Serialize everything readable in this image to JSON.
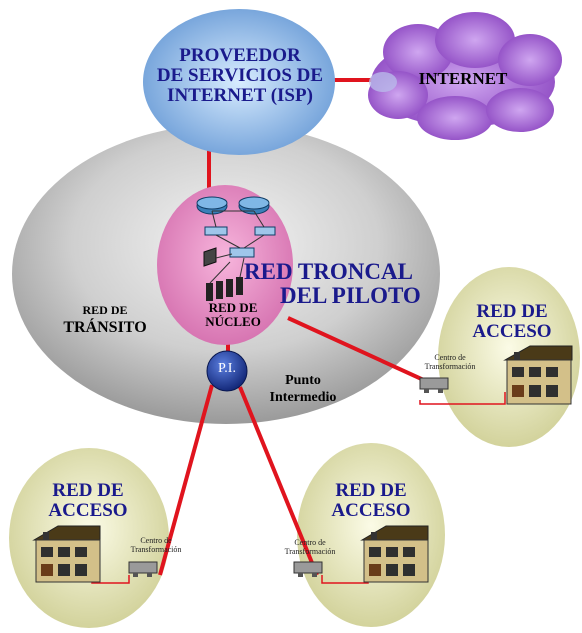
{
  "isp": {
    "line1": "PROVEEDOR",
    "line2": "DE SERVICIOS DE",
    "line3": "INTERNET (ISP)"
  },
  "internet": {
    "label": "INTERNET"
  },
  "backbone": {
    "line1": "RED TRONCAL",
    "line2": "DEL PILOTO"
  },
  "core": {
    "line1": "RED DE",
    "line2": "NÚCLEO"
  },
  "transit": {
    "line1": "RED DE",
    "line2": "TRÁNSITO"
  },
  "pi": {
    "badge": "P.I.",
    "line1": "Punto",
    "line2": "Intermedio"
  },
  "access_networks": [
    {
      "line1": "RED DE",
      "line2": "ACCESO",
      "ct_line1": "Centro de",
      "ct_line2": "Transformación"
    },
    {
      "line1": "RED DE",
      "line2": "ACCESO",
      "ct_line1": "Centro de",
      "ct_line2": "Transformación"
    },
    {
      "line1": "RED DE",
      "line2": "ACCESO",
      "ct_line1": "Centro de",
      "ct_line2": "Transformación"
    }
  ],
  "colors": {
    "link": "#e0141e",
    "label_blue": "#1a1a8c",
    "isp_fill": "#8fb8e8",
    "cloud_fill": "#a25fd0",
    "core_fill": "#e88ec4",
    "transit_fill": "#c8c8c8",
    "access_fill": "#e8e8b8",
    "pi_fill": "#1f3fa8"
  }
}
